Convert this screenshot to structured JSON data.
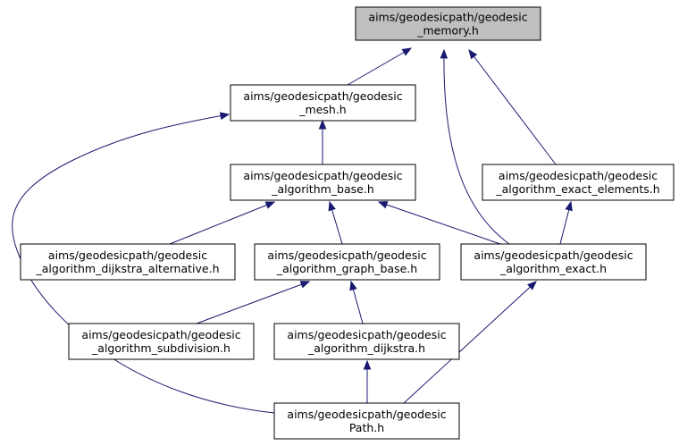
{
  "diagram": {
    "type": "include-dependency-graph",
    "colors": {
      "edge": "#191970",
      "root_fill": "#bfbfbf",
      "node_fill": "#ffffff",
      "node_border": "#000000"
    },
    "nodes": [
      {
        "id": "memory",
        "line1": "aims/geodesicpath/geodesic",
        "line2": "_memory.h",
        "root": true
      },
      {
        "id": "mesh",
        "line1": "aims/geodesicpath/geodesic",
        "line2": "_mesh.h"
      },
      {
        "id": "algbase",
        "line1": "aims/geodesicpath/geodesic",
        "line2": "_algorithm_base.h"
      },
      {
        "id": "exactel",
        "line1": "aims/geodesicpath/geodesic",
        "line2": "_algorithm_exact_elements.h"
      },
      {
        "id": "dijkalt",
        "line1": "aims/geodesicpath/geodesic",
        "line2": "_algorithm_dijkstra_alternative.h"
      },
      {
        "id": "graphbase",
        "line1": "aims/geodesicpath/geodesic",
        "line2": "_algorithm_graph_base.h"
      },
      {
        "id": "exact",
        "line1": "aims/geodesicpath/geodesic",
        "line2": "_algorithm_exact.h"
      },
      {
        "id": "subdiv",
        "line1": "aims/geodesicpath/geodesic",
        "line2": "_algorithm_subdivision.h"
      },
      {
        "id": "dijkstra",
        "line1": "aims/geodesicpath/geodesic",
        "line2": "_algorithm_dijkstra.h"
      },
      {
        "id": "path",
        "line1": "aims/geodesicpath/geodesic",
        "line2": "Path.h"
      }
    ],
    "edges": [
      {
        "from": "mesh",
        "to": "memory"
      },
      {
        "from": "exact",
        "to": "memory"
      },
      {
        "from": "exactel",
        "to": "memory"
      },
      {
        "from": "algbase",
        "to": "mesh"
      },
      {
        "from": "path",
        "to": "mesh"
      },
      {
        "from": "dijkalt",
        "to": "algbase"
      },
      {
        "from": "graphbase",
        "to": "algbase"
      },
      {
        "from": "exact",
        "to": "algbase"
      },
      {
        "from": "exact",
        "to": "exactel"
      },
      {
        "from": "subdiv",
        "to": "graphbase"
      },
      {
        "from": "dijkstra",
        "to": "graphbase"
      },
      {
        "from": "path",
        "to": "dijkstra"
      },
      {
        "from": "path",
        "to": "exact"
      }
    ]
  }
}
